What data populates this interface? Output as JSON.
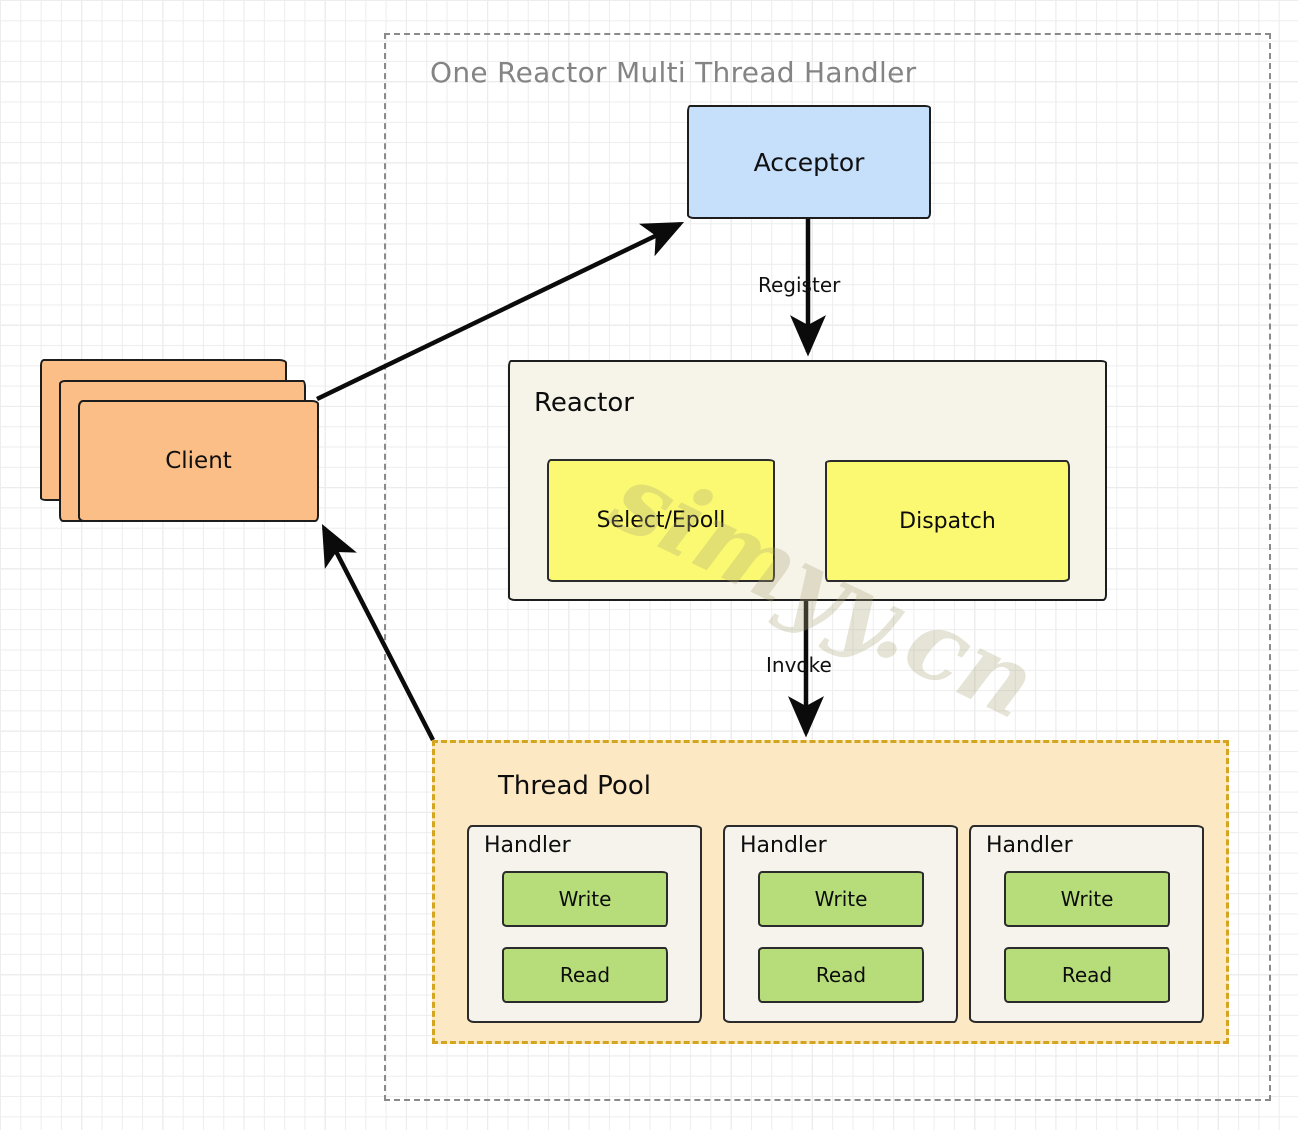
{
  "diagram": {
    "title": "One Reactor Multi Thread Handler",
    "watermark": "simyy.cn"
  },
  "nodes": {
    "acceptor": {
      "label": "Acceptor",
      "color": "#c6dffa"
    },
    "client": {
      "label": "Client",
      "color": "#fbbe86",
      "stack_count": 3
    },
    "reactor": {
      "label": "Reactor",
      "color": "#f6f3e8",
      "children": [
        {
          "label": "Select/Epoll",
          "color": "#fbf871"
        },
        {
          "label": "Dispatch",
          "color": "#fbf871"
        }
      ]
    },
    "thread_pool": {
      "label": "Thread Pool",
      "color": "#fce8c2",
      "border_color": "#d3a520",
      "handlers": [
        {
          "label": "Handler",
          "write": "Write",
          "read": "Read",
          "color": "#b6dd79"
        },
        {
          "label": "Handler",
          "write": "Write",
          "read": "Read",
          "color": "#b6dd79"
        },
        {
          "label": "Handler",
          "write": "Write",
          "read": "Read",
          "color": "#b6dd79"
        }
      ]
    }
  },
  "arrows": [
    {
      "id": "client-to-acceptor",
      "label": ""
    },
    {
      "id": "acceptor-to-reactor",
      "label": "Register"
    },
    {
      "id": "reactor-to-threadpool",
      "label": "Invoke"
    },
    {
      "id": "threadpool-to-client",
      "label": ""
    }
  ],
  "labels": {
    "register": "Register",
    "invoke": "Invoke"
  }
}
